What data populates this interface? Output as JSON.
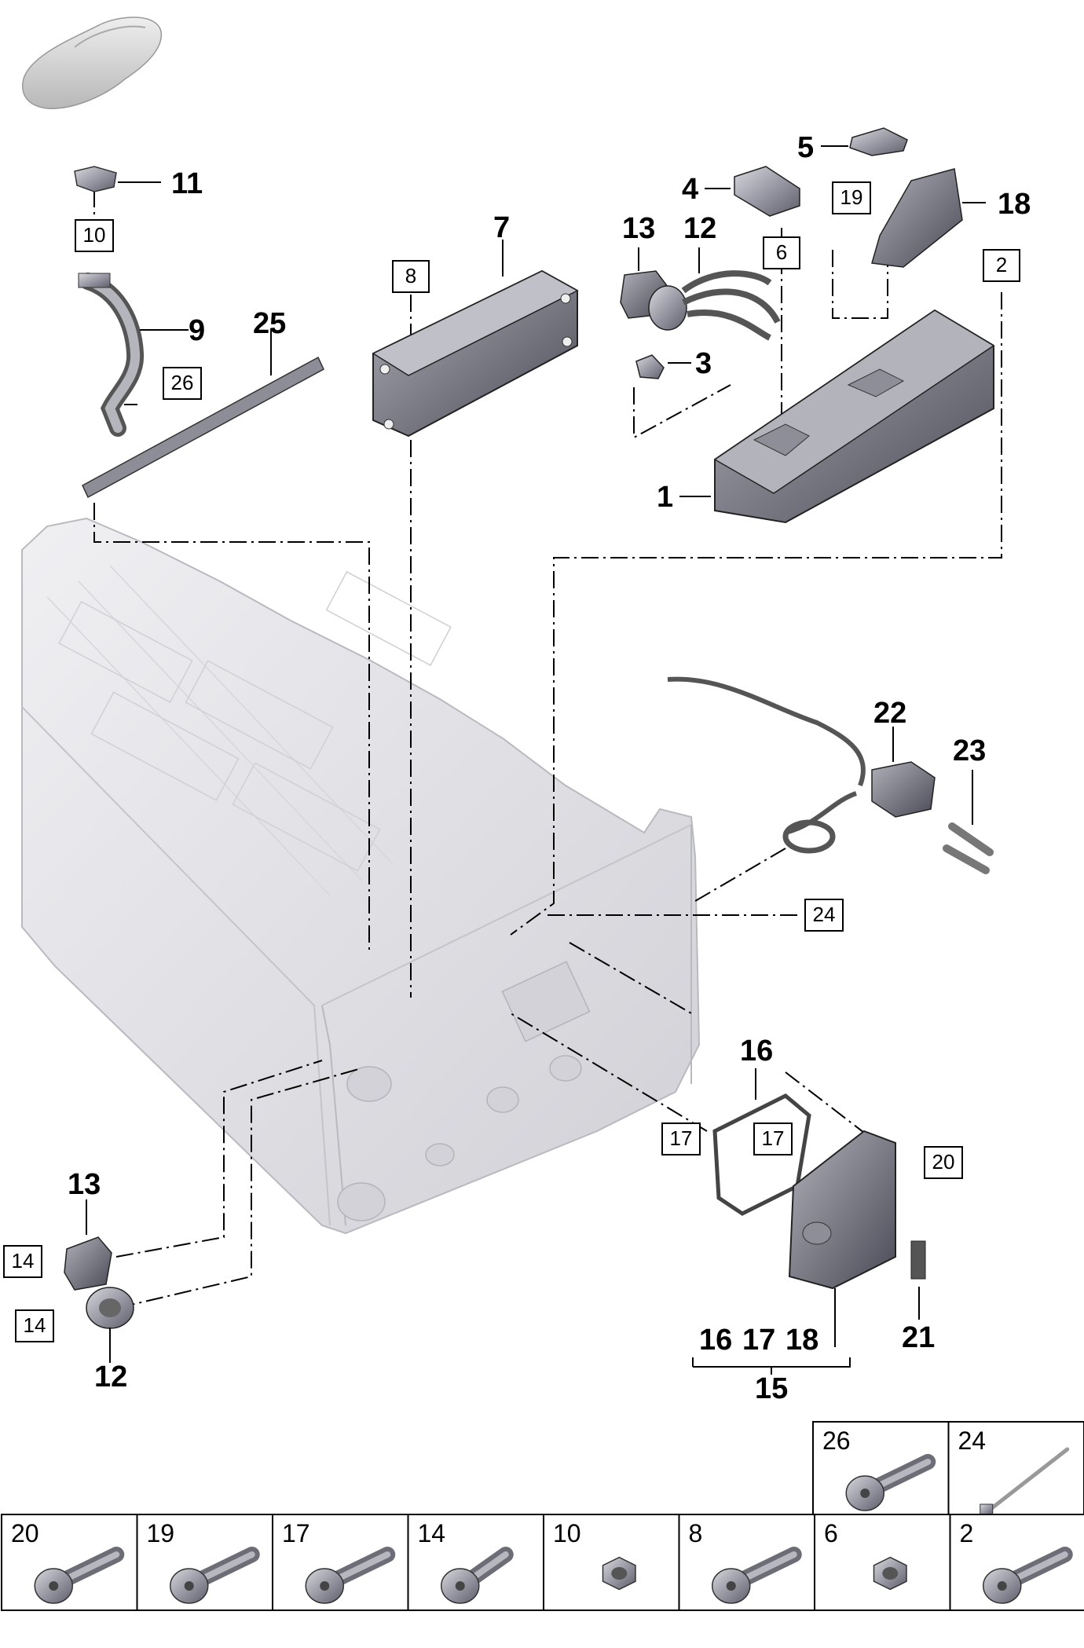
{
  "callouts": {
    "c1": "1",
    "c3": "3",
    "c4": "4",
    "c5": "5",
    "c7": "7",
    "c9": "9",
    "c11": "11",
    "c12a": "12",
    "c13a": "13",
    "c18": "18",
    "c25": "25",
    "c22": "22",
    "c23": "23",
    "c16": "16",
    "c13b": "13",
    "c12b": "12",
    "c21": "21",
    "g16": "16",
    "g17": "17",
    "g18": "18",
    "c15": "15"
  },
  "boxes": {
    "b10": "10",
    "b26": "26",
    "b8": "8",
    "b6": "6",
    "b19": "19",
    "b2": "2",
    "b24": "24",
    "b17a": "17",
    "b17b": "17",
    "b20": "20",
    "b14a": "14",
    "b14b": "14"
  },
  "hardware_top": [
    {
      "label": "26",
      "icon": "bolt-icon"
    },
    {
      "label": "24",
      "icon": "cable-tie-icon"
    }
  ],
  "hardware_bottom": [
    {
      "label": "20",
      "icon": "bolt-icon"
    },
    {
      "label": "19",
      "icon": "bolt-icon"
    },
    {
      "label": "17",
      "icon": "bolt-icon"
    },
    {
      "label": "14",
      "icon": "screw-icon"
    },
    {
      "label": "10",
      "icon": "hex-nut-icon"
    },
    {
      "label": "8",
      "icon": "bolt-icon"
    },
    {
      "label": "6",
      "icon": "hex-nut-icon"
    },
    {
      "label": "2",
      "icon": "bolt-icon"
    }
  ],
  "colors": {
    "line": "#000000",
    "part": "#8a8a96",
    "part_light": "#c9c9cf",
    "housing": "#e4e4e8",
    "housing_edge": "#b9b9c0"
  }
}
